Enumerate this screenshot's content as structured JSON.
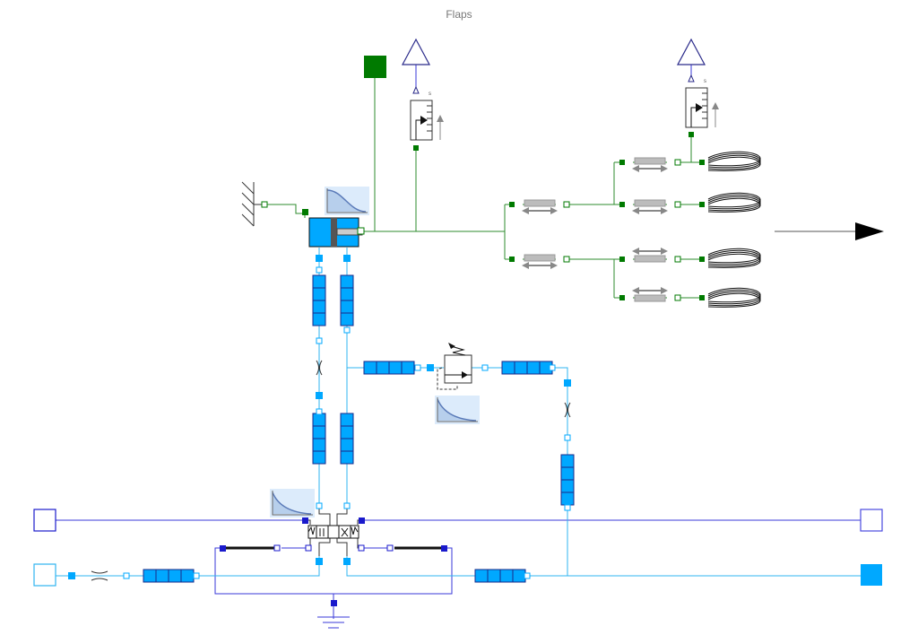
{
  "diagram": {
    "title": "Flaps",
    "colors": {
      "mechanical": "#007a00",
      "mechanical_line": "#2e8b2e",
      "hydraulic": "#00a8ff",
      "hydraulic_line": "#2fb4f0",
      "signal": "#1a1acc",
      "signal_line": "#3a3ad8",
      "background": "#ffffff"
    },
    "components": [
      {
        "id": "fixed-mount",
        "icon": "fixed-ground-icon"
      },
      {
        "id": "hydraulic-cylinder",
        "icon": "cylinder-icon"
      },
      {
        "id": "force-sensor-1",
        "icon": "sensor-icon",
        "label": "s"
      },
      {
        "id": "force-sensor-2",
        "icon": "sensor-icon",
        "label": "s"
      },
      {
        "id": "flap-1",
        "icon": "airfoil-icon"
      },
      {
        "id": "flap-2",
        "icon": "airfoil-icon"
      },
      {
        "id": "flap-3",
        "icon": "airfoil-icon"
      },
      {
        "id": "flap-4",
        "icon": "airfoil-icon"
      },
      {
        "id": "directional-valve",
        "icon": "valve-4-3-icon"
      },
      {
        "id": "relief-valve",
        "icon": "relief-valve-icon"
      },
      {
        "id": "hydraulic-source",
        "icon": "pressure-source-icon"
      },
      {
        "id": "hydraulic-sink",
        "icon": "tank-icon"
      },
      {
        "id": "signal-input-left",
        "icon": "signal-port-icon"
      },
      {
        "id": "signal-input-right",
        "icon": "signal-port-icon"
      },
      {
        "id": "electrical-ground",
        "icon": "ground-icon"
      },
      {
        "id": "output-direction",
        "icon": "arrow-right-icon"
      }
    ]
  }
}
